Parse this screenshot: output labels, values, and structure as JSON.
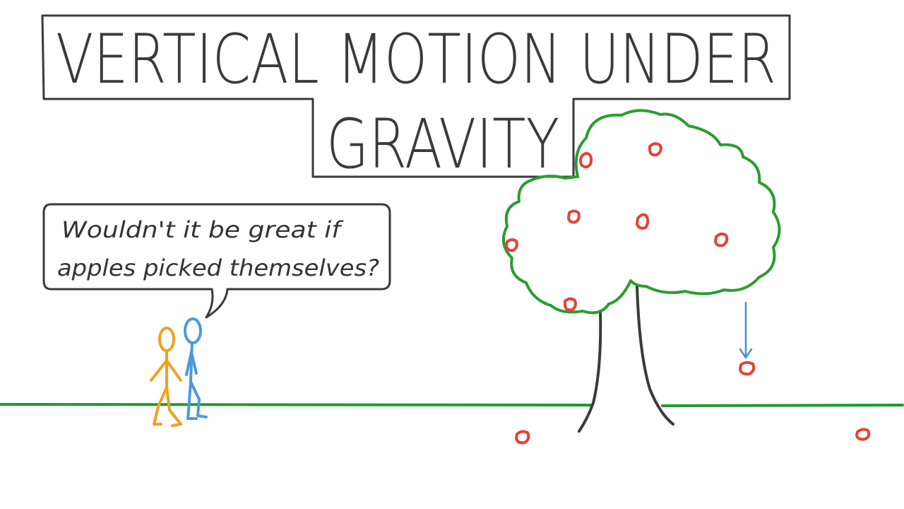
{
  "title": {
    "line1": "VERTICAL MOTION UNDER",
    "line2": "GRAVITY"
  },
  "speech_bubble": {
    "line1": "Wouldn't it be great if",
    "line2": "apples picked themselves?"
  },
  "colors": {
    "ink": "#3a3a3a",
    "ground": "#1e9a2e",
    "tree_canopy": "#2a9d2e",
    "apple": "#e0443a",
    "person_orange": "#f0a020",
    "person_blue": "#4a9ade",
    "arrow": "#4a8fd0"
  },
  "icons": [
    "apple-tree-icon",
    "stick-figure-icon",
    "falling-arrow-icon",
    "apple-icon"
  ]
}
